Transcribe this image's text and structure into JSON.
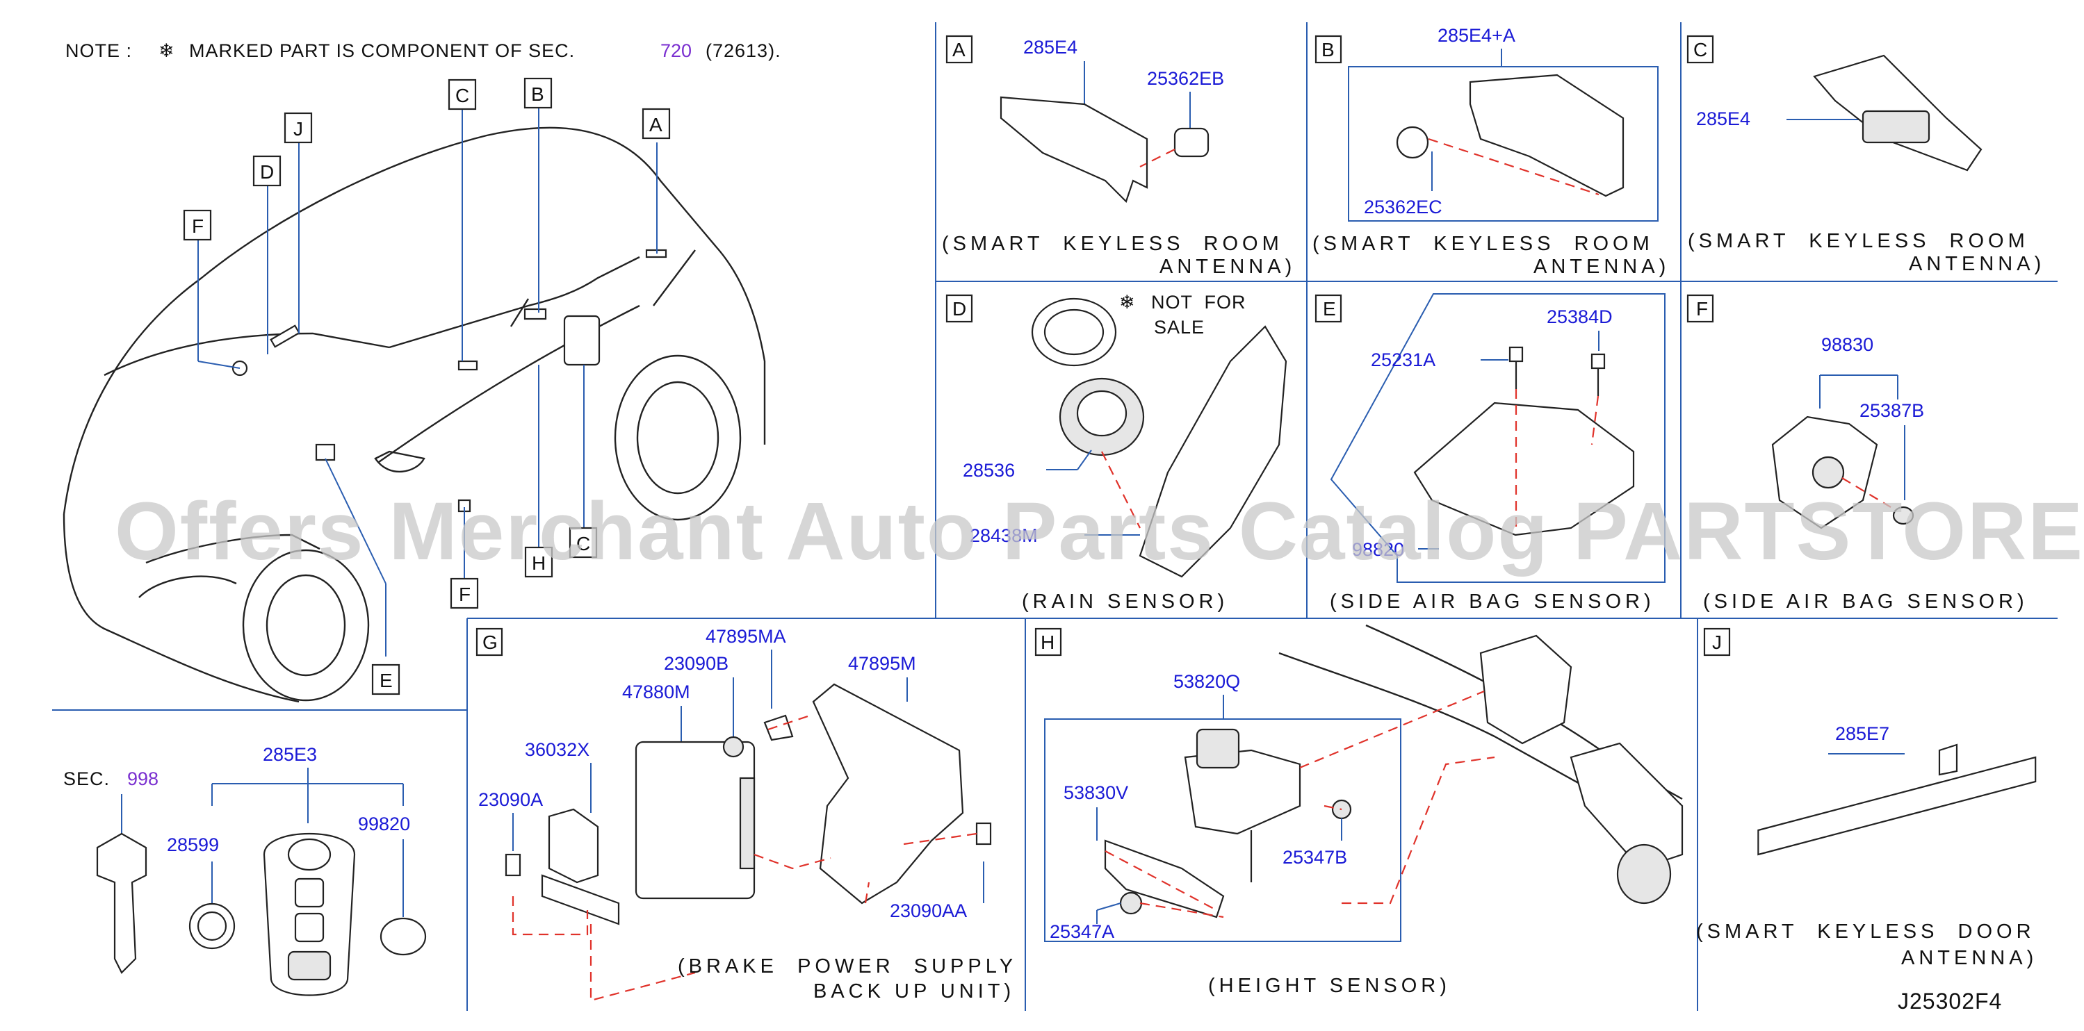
{
  "note": {
    "prefix": "NOTE :",
    "symbol": "❄",
    "text": "MARKED PART IS COMPONENT OF SEC.",
    "sec_link": "720",
    "suffix": "(72613)."
  },
  "overview_labels": [
    "A",
    "B",
    "C",
    "D",
    "F",
    "J",
    "C",
    "E",
    "F",
    "H"
  ],
  "sections": {
    "A": {
      "letter": "A",
      "parts": [
        "285E4",
        "25362EB"
      ],
      "caption": [
        "(SMART  KEYLESS  ROOM",
        "ANTENNA)"
      ]
    },
    "B": {
      "letter": "B",
      "parts": [
        "285E4+A",
        "25362EC"
      ],
      "caption": [
        "(SMART  KEYLESS  ROOM",
        "ANTENNA)"
      ]
    },
    "C": {
      "letter": "C",
      "parts": [
        "285E4"
      ],
      "caption": [
        "(SMART  KEYLESS  ROOM",
        "ANTENNA)"
      ]
    },
    "D": {
      "letter": "D",
      "parts": [
        "28536",
        "28438M"
      ],
      "note_symbol": "❄",
      "note": [
        "NOT  FOR",
        "SALE"
      ],
      "caption": [
        "(RAIN  SENSOR)"
      ]
    },
    "E": {
      "letter": "E",
      "parts": [
        "25231A",
        "25384D",
        "98820"
      ],
      "caption": [
        "(SIDE  AIR  BAG  SENSOR)"
      ]
    },
    "F": {
      "letter": "F",
      "parts": [
        "98830",
        "25387B"
      ],
      "caption": [
        "(SIDE  AIR  BAG  SENSOR)"
      ]
    },
    "G": {
      "letter": "G",
      "parts": [
        "47895MA",
        "23090B",
        "47895M",
        "47880M",
        "36032X",
        "23090A",
        "23090AA"
      ],
      "caption": [
        "(BRAKE  POWER  SUPPLY",
        "BACK  UP  UNIT)"
      ]
    },
    "H": {
      "letter": "H",
      "parts": [
        "53820Q",
        "53830V",
        "25347B",
        "25347A"
      ],
      "caption": [
        "(HEIGHT  SENSOR)"
      ]
    },
    "J": {
      "letter": "J",
      "parts": [
        "285E7"
      ],
      "caption": [
        "(SMART  KEYLESS  DOOR",
        "ANTENNA)"
      ]
    }
  },
  "key": {
    "sec_prefix": "SEC.",
    "sec_link": "998",
    "parts": [
      "285E3",
      "28599",
      "99820"
    ]
  },
  "watermark": "Offers Merchant Auto Parts Catalog PARTSTORE.SA",
  "diagram_code": "J25302F4",
  "colors": {
    "part_number": "#1a1ad6",
    "section_link": "#7a2fd0",
    "frame": "#2a5db0",
    "dash": "#e0322a"
  }
}
